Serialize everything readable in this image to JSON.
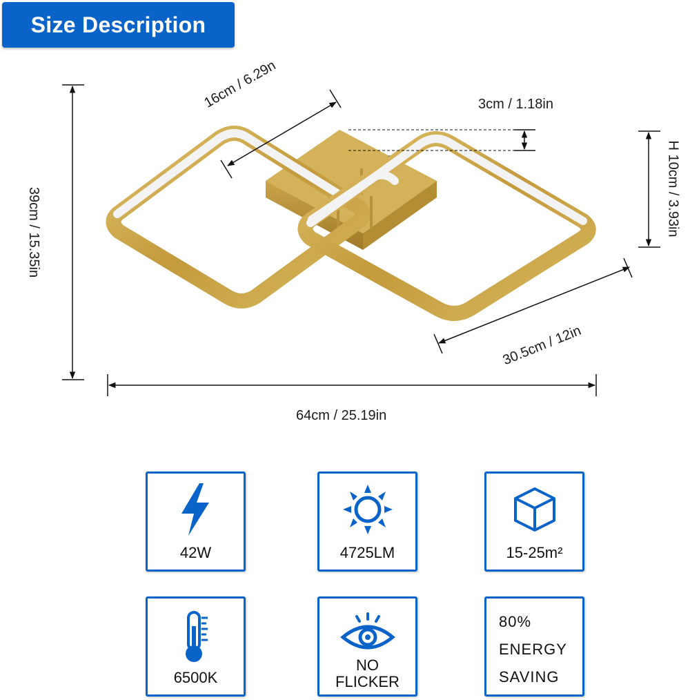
{
  "title": "Size Description",
  "dimensions": {
    "height_total": "39cm / 15.35in",
    "arm_width": "16cm / 6.29n",
    "canopy_depth": "3cm / 1.18in",
    "height": "H 10cm / 3.93in",
    "side_length": "30.5cm / 12in",
    "width_total": "64cm / 25.19in"
  },
  "features": [
    {
      "label": "42W",
      "icon": "lightning-icon"
    },
    {
      "label": "4725LM",
      "icon": "sun-icon"
    },
    {
      "label": "15-25m²",
      "icon": "cube-icon"
    },
    {
      "label": "6500K",
      "icon": "thermometer-icon"
    },
    {
      "label_line1": "NO",
      "label_line2": "FLICKER",
      "icon": "eye-icon"
    },
    {
      "line1": "80%",
      "line2": "ENERGY",
      "line3": "SAVING"
    }
  ],
  "colors": {
    "accent": "#0a63c9",
    "frame": "#c9a84f",
    "led": "#f2f2f2"
  }
}
